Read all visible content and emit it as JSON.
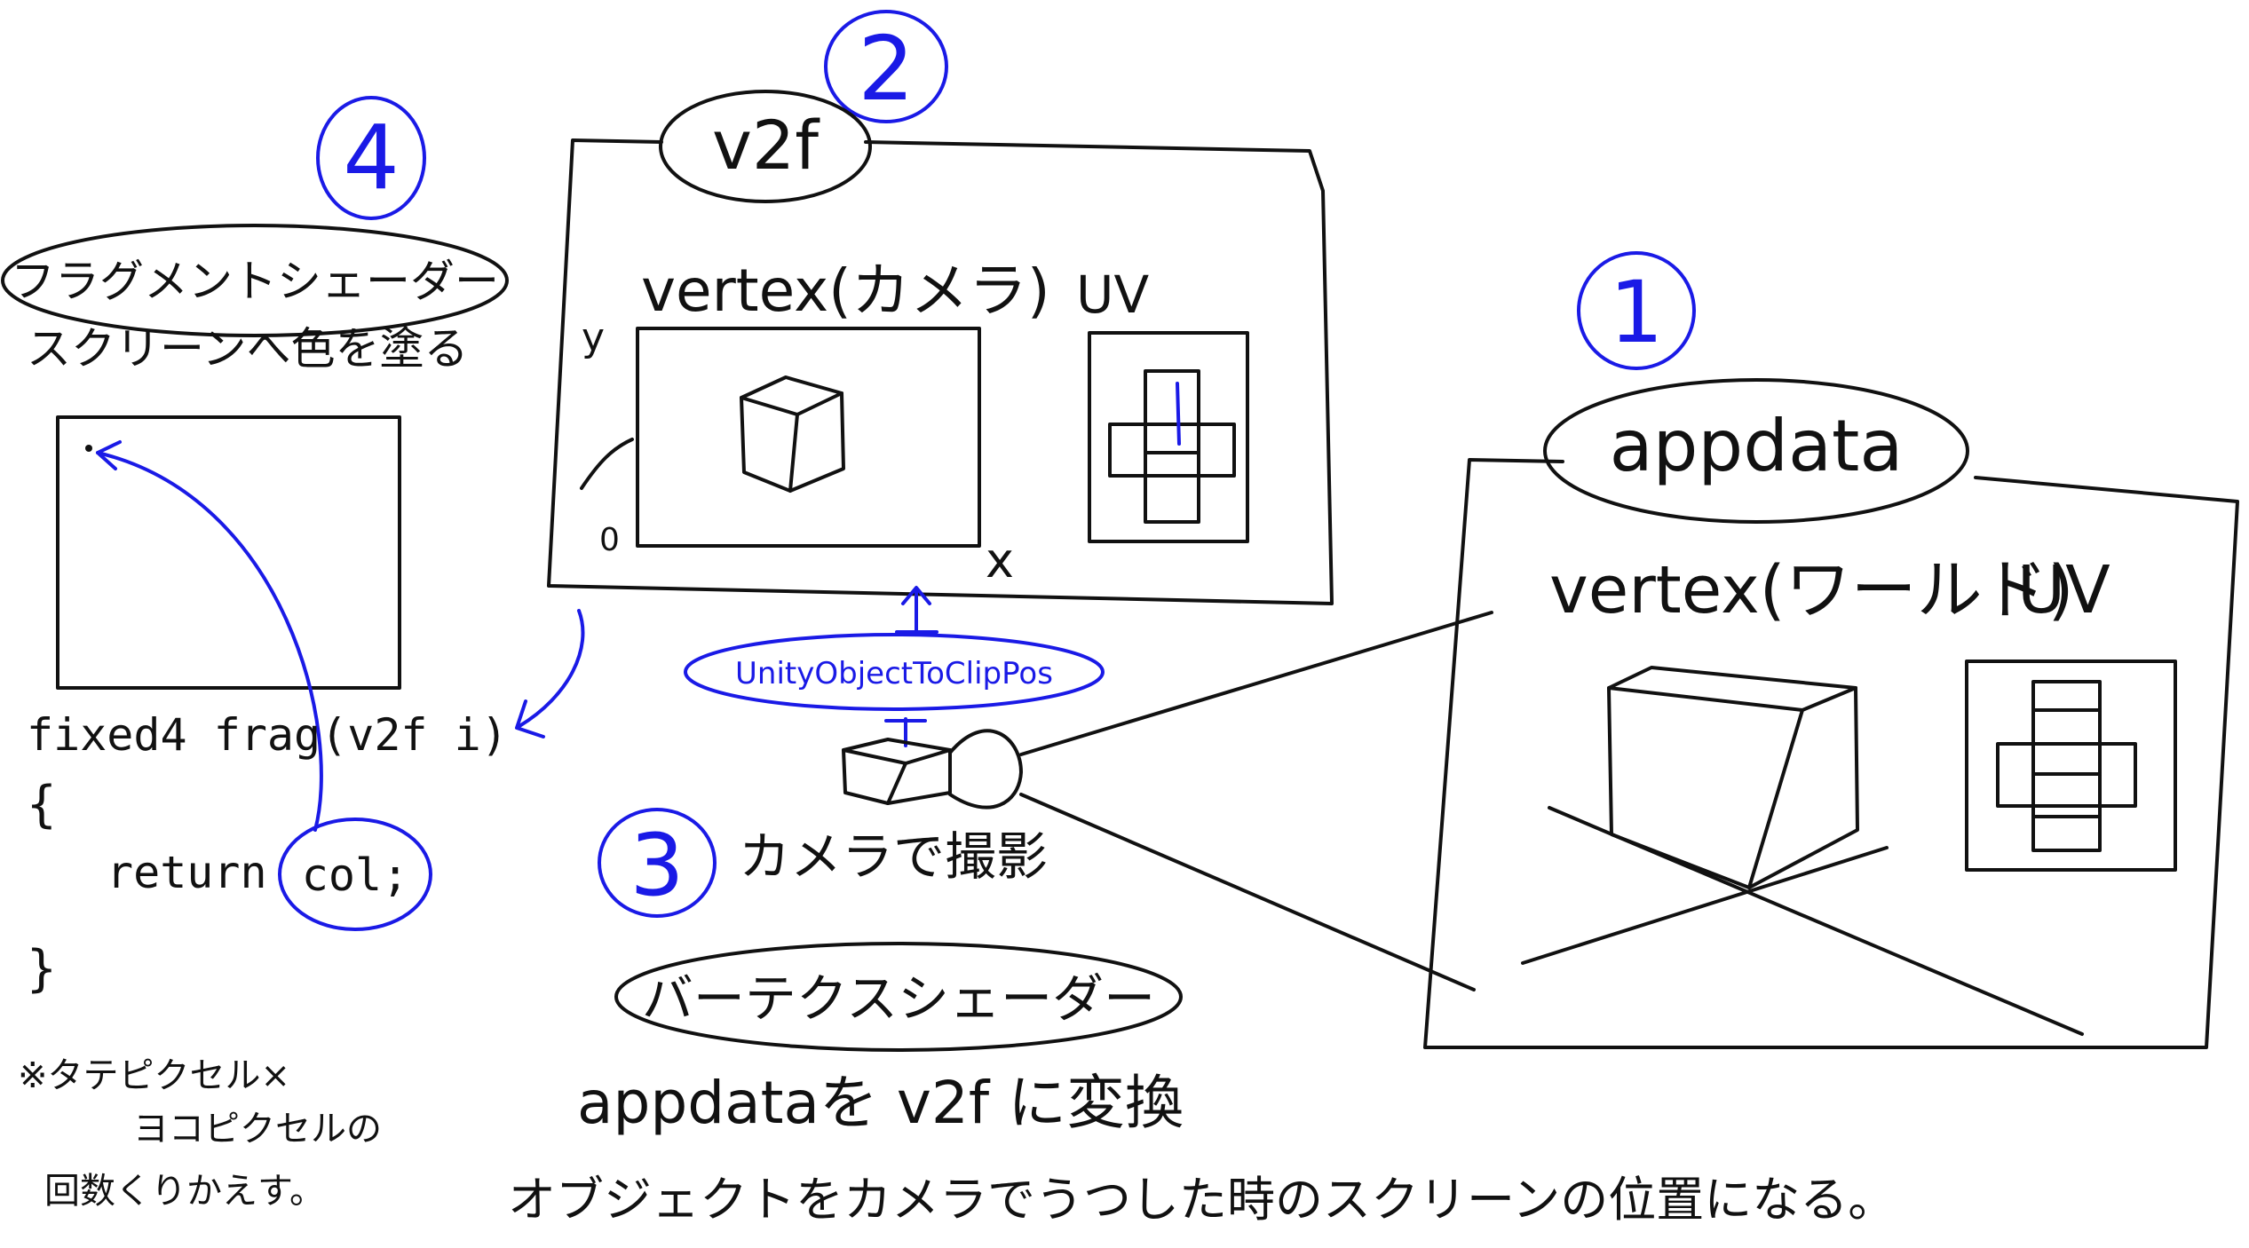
{
  "badges": {
    "one": "1",
    "two": "2",
    "three": "3",
    "four": "4"
  },
  "appdata": {
    "title": "appdata",
    "vertex_label": "vertex(ワールド)",
    "uv_label": "UV"
  },
  "v2f": {
    "title": "v2f",
    "vertex_label": "vertex(カメラ)",
    "uv_label": "UV",
    "axis_y": "y",
    "axis_x": "x",
    "axis_origin": "0"
  },
  "camera": {
    "function_label": "UnityObjectToClipPos",
    "caption": "カメラで撮影"
  },
  "vertex_shader": {
    "title": "バーテクスシェーダー",
    "line1": "appdataを v2f に変換",
    "line2": "オブジェクトをカメラでうつした時のスクリーンの位置になる。"
  },
  "fragment_shader": {
    "title": "フラグメントシェーダー",
    "subtitle": "スクリーンへ色を塗る",
    "code_line1": "fixed4 frag(v2f i)",
    "code_line2": "{",
    "code_line3_prefix": "return",
    "code_line3_var": "col;",
    "code_line4": "}",
    "note_line1": "※タテピクセル×",
    "note_line2": "ヨコピクセルの",
    "note_line3": "回数くりかえす。"
  },
  "colors": {
    "ink": "#111111",
    "accent": "#1a1ae6",
    "background": "#ffffff"
  }
}
